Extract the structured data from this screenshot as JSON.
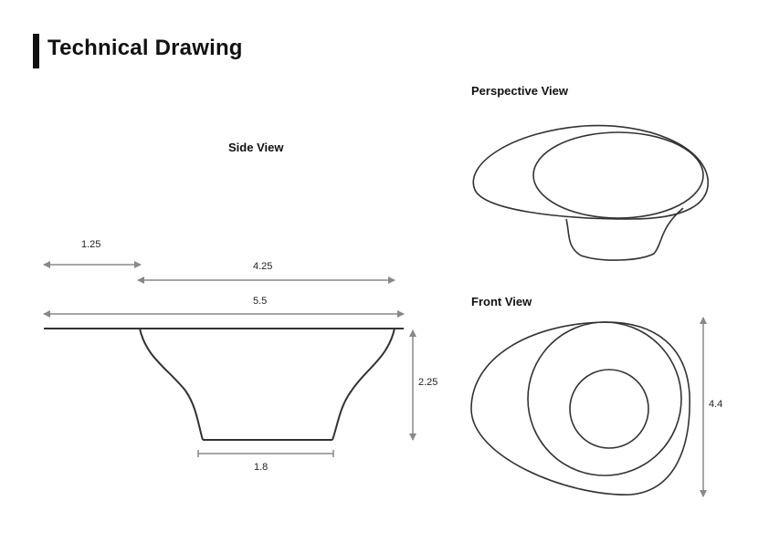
{
  "title": "Technical Drawing",
  "views": {
    "side": "Side View",
    "perspective": "Perspective View",
    "front": "Front View"
  },
  "dimensions": {
    "offset": "1.25",
    "base_width": "4.25",
    "overall_width": "5.5",
    "height": "2.25",
    "foot_width": "1.8",
    "front_height": "4.4"
  },
  "colors": {
    "line": "#333333",
    "dimension": "#888888"
  }
}
